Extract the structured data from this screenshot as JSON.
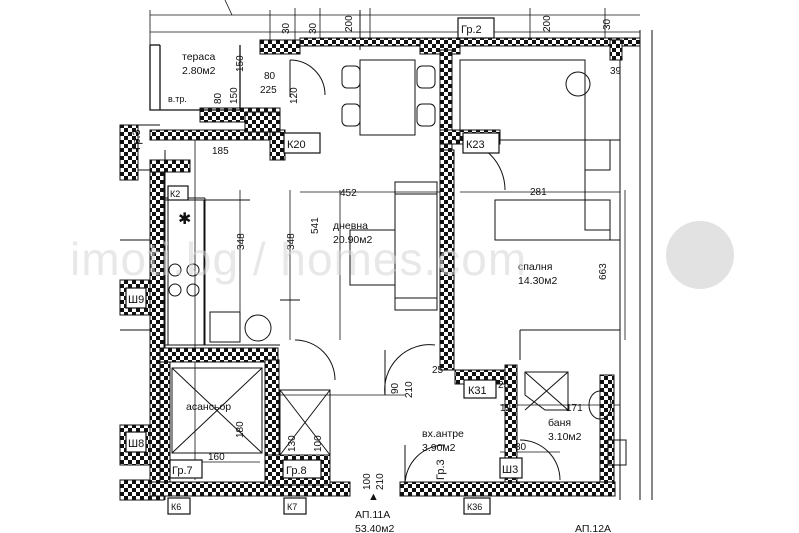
{
  "plan": {
    "rooms": {
      "terrace": {
        "name": "тераса",
        "area": "2.80м2"
      },
      "living": {
        "name": "дневна",
        "area": "20.90м2"
      },
      "bedroom": {
        "name": "спалня",
        "area": "14.30м2"
      },
      "bathroom": {
        "name": "баня",
        "area": "3.10м2"
      },
      "entrance": {
        "name": "вх.антре",
        "area": "3.90м2"
      },
      "elevator": {
        "name": "асансьор"
      },
      "technical": {
        "name": "в.тр."
      }
    },
    "apartments": {
      "current": {
        "name": "АП.11А",
        "area": "53.40м2"
      },
      "next": {
        "name": "АП.12А"
      }
    },
    "tags": {
      "k20": "К20",
      "k23": "К23",
      "k2": "К2",
      "k31": "К31",
      "k6": "К6",
      "k7": "К7",
      "k36": "К36",
      "gr2": "Гр.2",
      "gr3": "Гр.3",
      "gr3b": "Гр.3",
      "gr7": "Гр.7",
      "gr8": "Гр.8",
      "sh9": "Ш9",
      "sh8": "Ш8",
      "sh3": "Ш3"
    },
    "dimensions": {
      "d30a": "30",
      "d30b": "30",
      "d200a": "200",
      "d200b": "200",
      "d30c": "30",
      "d150a": "150",
      "d80a": "80",
      "d225": "225",
      "d120": "120",
      "d80b": "80",
      "d150b": "150",
      "d39": "39",
      "d185": "185",
      "d452": "452",
      "d281": "281",
      "d541": "541",
      "d348a": "348",
      "d348b": "348",
      "d663": "663",
      "d90": "90",
      "d210a": "210",
      "d25a": "25",
      "d25b": "25",
      "d12": "12",
      "d171": "171",
      "d130": "130",
      "d160": "160",
      "d180": "180",
      "d100": "100",
      "d80c": "80",
      "d100b": "100",
      "d210b": "210"
    },
    "entrance_arrow": "▲",
    "watermark": "imoti.bg / homes.com"
  }
}
